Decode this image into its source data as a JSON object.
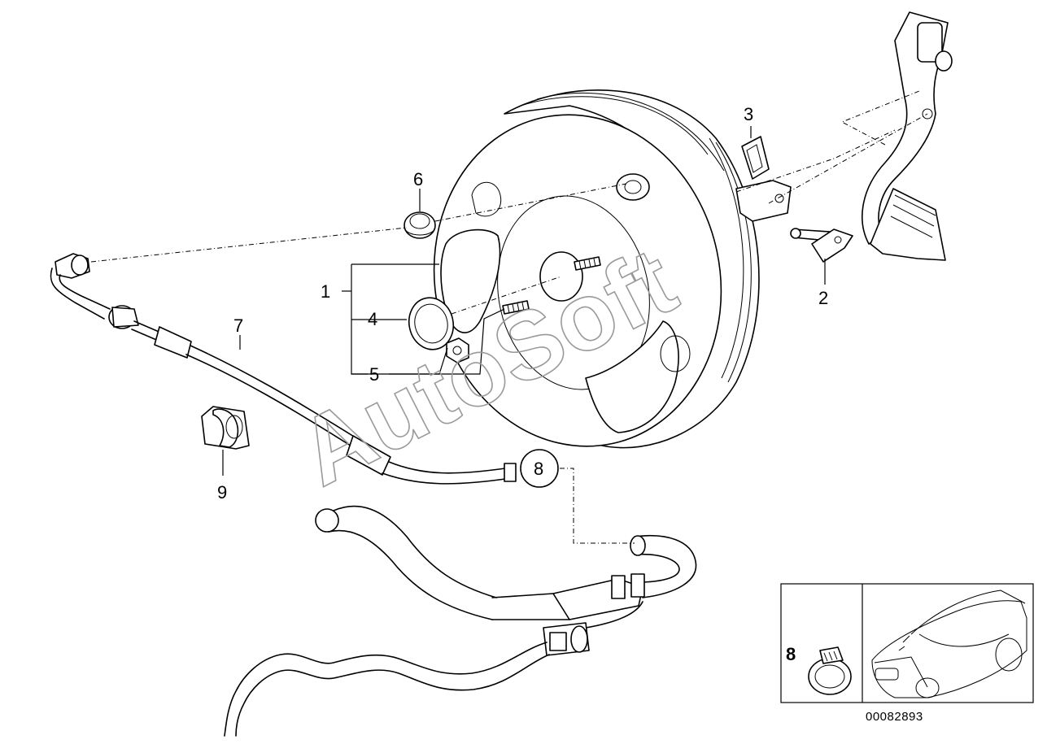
{
  "labels": {
    "p1": "1",
    "p2": "2",
    "p3": "3",
    "p4": "4",
    "p5": "5",
    "p6": "6",
    "p7": "7",
    "p8": "8",
    "p9": "9",
    "inset_8": "8"
  },
  "watermark": "AutoSoft",
  "image_number": "00082893",
  "colors": {
    "ink": "#000000",
    "watermark": "#9a9a9a",
    "background": "#ffffff"
  }
}
